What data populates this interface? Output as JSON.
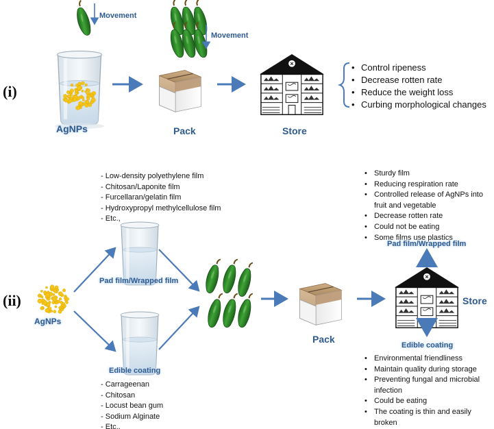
{
  "panel_i": {
    "label": "(i)",
    "movement_1": "Movement",
    "movement_2": "Movement",
    "agnps_label": "AgNPs",
    "pack_label": "Pack",
    "store_label": "Store",
    "effects": [
      "Control ripeness",
      "Decrease rotten rate",
      "Reduce the weight loss",
      "Curbing morphological changes"
    ]
  },
  "panel_ii": {
    "label": "(ii)",
    "agnps_label": "AgNPs",
    "pad_film_label": "Pad film/Wrapped film",
    "edible_coating_label": "Edible coating",
    "pack_label": "Pack",
    "store_label": "Store",
    "film_types": [
      "Low-density polyethylene film",
      "Chitosan/Laponite film",
      "Furcellaran/gelatin film",
      "Hydroxypropyl methylcellulose film",
      "Etc.,"
    ],
    "coating_types": [
      "Carrageenan",
      "Chitosan",
      "Locust bean gum",
      "Sodium Alginate",
      "Etc.,"
    ],
    "pad_film_properties": [
      "Sturdy film",
      "Reducing respiration rate",
      "Controlled release of AgNPs into fruit and vegetable",
      "Decrease rotten rate",
      "Could not be eating",
      "Some films use plastics"
    ],
    "pad_film_properties_heading": "Pad film/Wrapped  film",
    "edible_coating_properties_heading": "Edible coating",
    "edible_coating_properties": [
      "Environmental friendliness",
      "Maintain quality during storage",
      "Preventing fungal and microbial infection",
      "Could be eating",
      "The coating is thin and easily broken"
    ]
  },
  "colors": {
    "arrow": "#4a7ab8",
    "label_blue": "#2e5a8e",
    "cucumber": "#2f8a2a",
    "nanoparticle": "#f5c518",
    "box_top": "#c7a57c",
    "store_roof": "#111111"
  }
}
